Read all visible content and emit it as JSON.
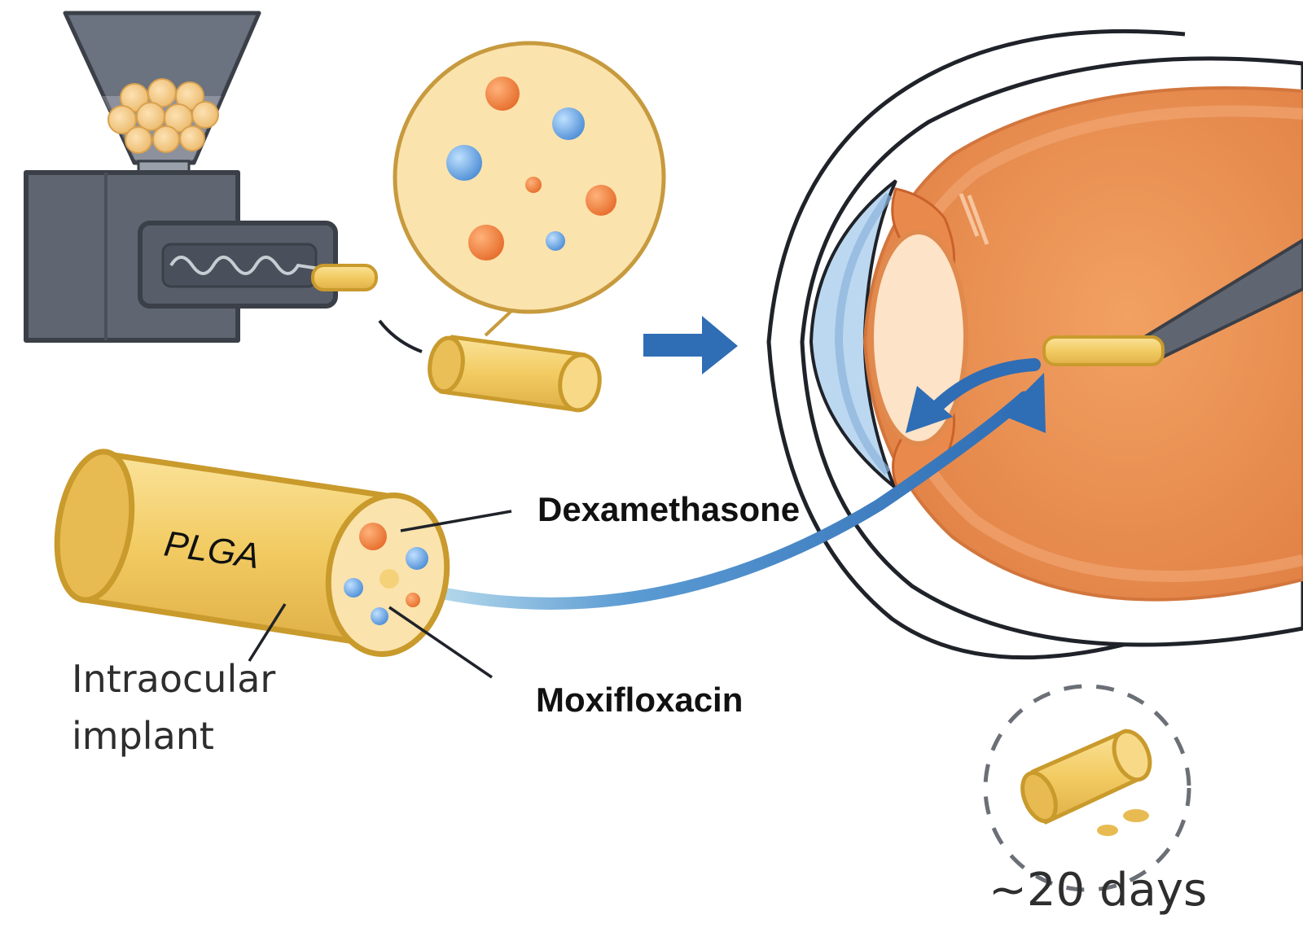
{
  "labels": {
    "plga": "PLGA",
    "dexamethasone": "Dexamethasone",
    "moxifloxacin": "Moxifloxacin",
    "implant_line1": "Intraocular",
    "implant_line2": "implant",
    "duration": "~20 days"
  },
  "colors": {
    "outline": "#3b3f47",
    "machine_body": "#5f6672",
    "machine_dark": "#4a505b",
    "polymer_fill": "#fbe3ad",
    "pellet": "#f5c978",
    "implant_fill": "#f3cf6f",
    "implant_stroke": "#c99a2c",
    "dexamethasone_particle": "#f08a3c",
    "moxifloxacin_particle": "#6fa6e0",
    "arrow_blue": "#2f6db5",
    "eye_orange": "#e98a4c",
    "eye_light": "#f7c59d",
    "cornea_blue": "#bcd8f0"
  },
  "icons": {
    "extruder": "hot-melt-extruder-icon",
    "magnifier": "cross-section-magnifier-icon",
    "eye": "eye-cross-section-icon",
    "syringe": "injection-needle-icon",
    "degradation": "biodegradation-icon"
  }
}
